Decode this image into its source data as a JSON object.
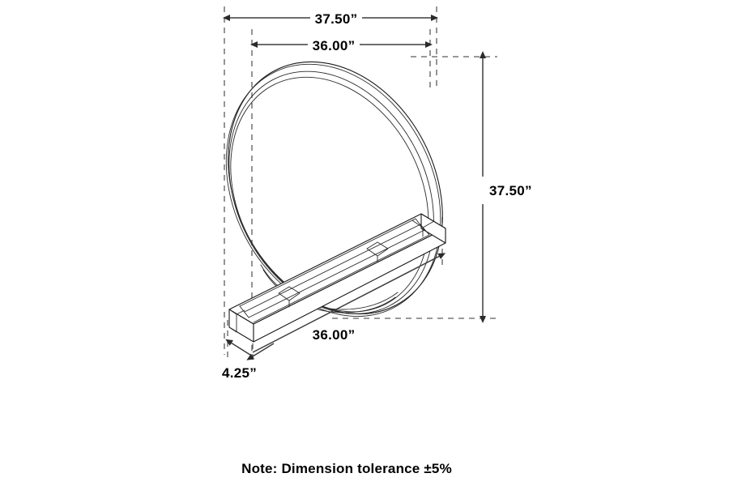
{
  "drawing": {
    "title": "Round mirror with rectangular base — dimensioned isometric drawing",
    "product": "round mirror on stand",
    "units": "inches",
    "line_color": "#1a1a1a",
    "dim_color": "#3d3d3d",
    "ext_color": "#5c5c5c",
    "background": "#ffffff"
  },
  "dimensions": {
    "overall_width": {
      "label": "37.50”",
      "value": 37.5,
      "unit": "in",
      "placement": "top",
      "describes": "overall width including base"
    },
    "mirror_width": {
      "label": "36.00”",
      "value": 36.0,
      "unit": "in",
      "placement": "top-second",
      "describes": "mirror outer diameter"
    },
    "overall_height": {
      "label": "37.50”",
      "value": 37.5,
      "unit": "in",
      "placement": "right",
      "describes": "overall height of mirror and base"
    },
    "base_length": {
      "label": "36.00”",
      "value": 36.0,
      "unit": "in",
      "placement": "bottom",
      "describes": "base length"
    },
    "base_depth": {
      "label": "4.25”",
      "value": 4.25,
      "unit": "in",
      "placement": "bottom-left",
      "describes": "base depth"
    }
  },
  "note": {
    "text": "Note: Dimension tolerance ±5%"
  }
}
